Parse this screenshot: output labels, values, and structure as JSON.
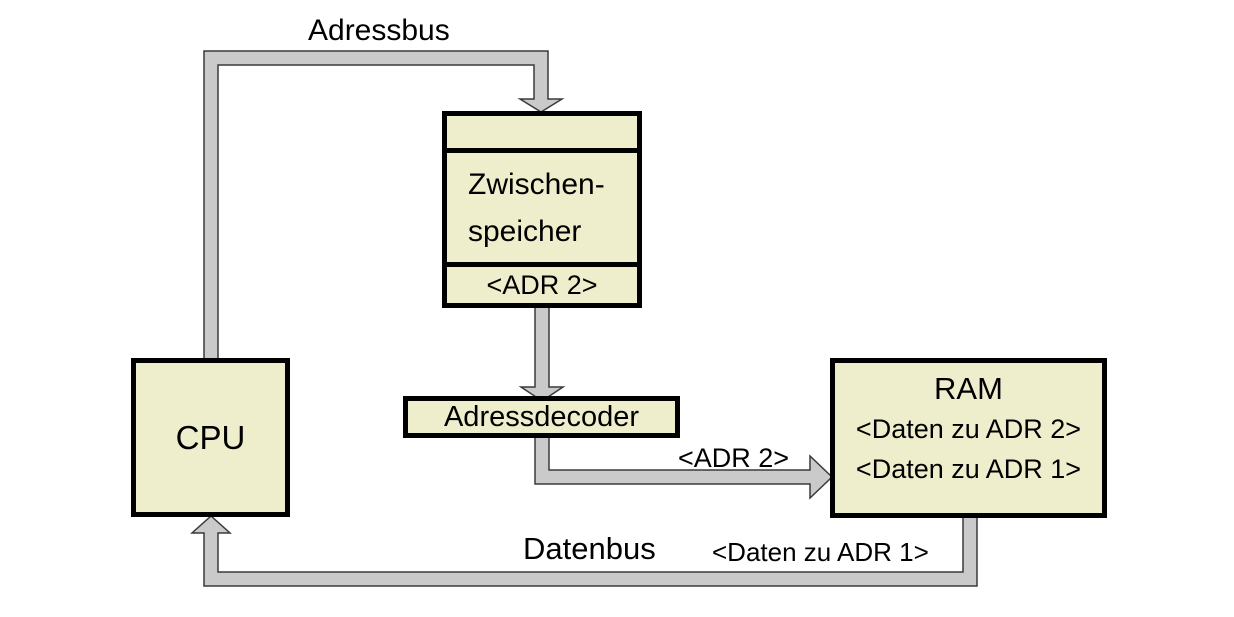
{
  "diagram": {
    "nodes": {
      "cpu": {
        "label": "CPU"
      },
      "zwischenspeicher": {
        "label_line1": "Zwischen-",
        "label_line2": "speicher",
        "slot_value": "<ADR 2>"
      },
      "adressdecoder": {
        "label": "Adressdecoder"
      },
      "ram": {
        "label": "RAM",
        "entries": [
          "<Daten zu ADR 2>",
          "<Daten zu ADR 1>"
        ]
      }
    },
    "buses": {
      "adressbus": {
        "label": "Adressbus"
      },
      "datenbus": {
        "label": "Datenbus",
        "payload_label": "<Daten zu ADR 1>"
      },
      "decoder_to_ram": {
        "payload_label": "<ADR 2>"
      }
    },
    "colors": {
      "node_fill": "#eeeecc",
      "node_border": "#000000",
      "bus_fill": "#cacaca",
      "bus_outline": "#3a3a3a"
    }
  }
}
